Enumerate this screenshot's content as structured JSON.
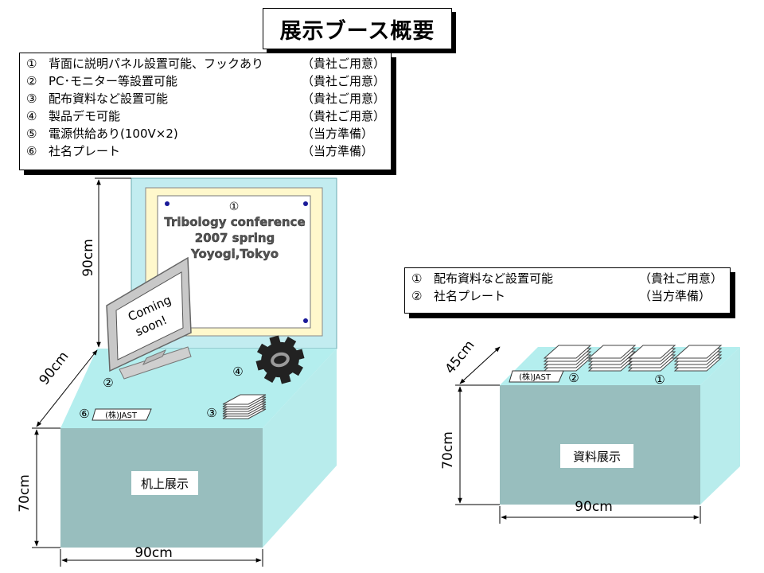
{
  "title": "展示ブース概要",
  "main_specs": [
    {
      "num": "①",
      "text": "背面に説明パネル設置可能、フックあり",
      "note": "（貴社ご用意）"
    },
    {
      "num": "②",
      "text": "PC･モニター等設置可能",
      "note": "（貴社ご用意）"
    },
    {
      "num": "③",
      "text": "配布資料など設置可能",
      "note": "（貴社ご用意）"
    },
    {
      "num": "④",
      "text": "製品デモ可能",
      "note": "（貴社ご用意）"
    },
    {
      "num": "⑤",
      "text": "電源供給あり(100V×2)",
      "note": "（当方準備）"
    },
    {
      "num": "⑥",
      "text": "社名プレート",
      "note": "（当方準備）"
    }
  ],
  "right_specs": [
    {
      "num": "①",
      "text": "配布資料など設置可能",
      "note": "（貴社ご用意）"
    },
    {
      "num": "②",
      "text": "社名プレート",
      "note": "（当方準備）"
    }
  ],
  "left_booth": {
    "panel_marker": "①",
    "panel_lines": [
      "Tribology conference",
      "2007 spring",
      "Yoyogi,Tokyo"
    ],
    "monitor_text": [
      "Coming",
      "soon!"
    ],
    "markers": {
      "monitor": "②",
      "docs": "③",
      "demo": "④",
      "plate": "⑥"
    },
    "plate_text": "(株)JAST",
    "table_label": "机上展示",
    "dim_height_panel": "90cm",
    "dim_depth": "90cm",
    "dim_height": "70cm",
    "dim_width": "90cm"
  },
  "right_booth": {
    "markers": {
      "docs": "①",
      "plate": "②"
    },
    "plate_text": "(株)JAST",
    "table_label": "資料展示",
    "dim_depth": "45cm",
    "dim_height": "70cm",
    "dim_width": "90cm"
  },
  "colors": {
    "table_top": "#b4eeee",
    "table_front": "#98bebe",
    "table_side": "#b8ecec",
    "panel_back": "#c2ecf0",
    "panel_cream": "#fff8cc",
    "gear": "#222222",
    "pin": "#1a1a99"
  }
}
